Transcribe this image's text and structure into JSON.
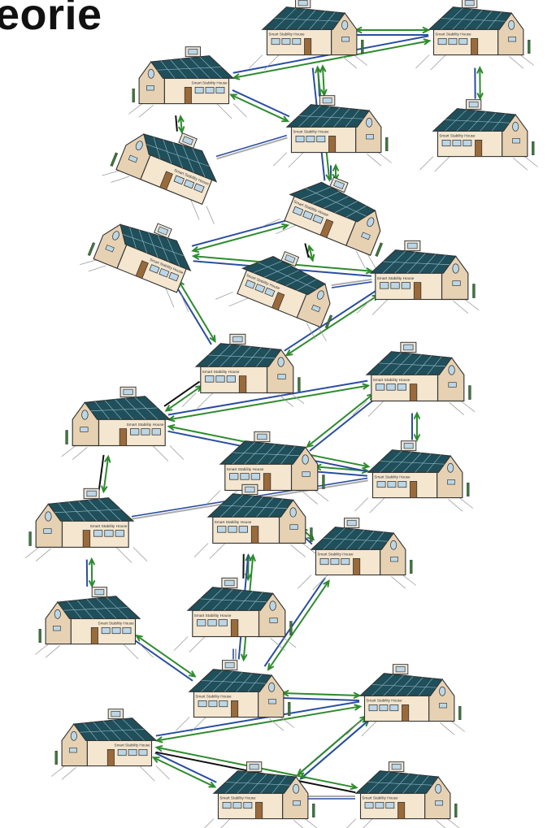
{
  "title": "eorie",
  "house_sign": "Smart Stability House",
  "colors": {
    "roof": "#1f4f5a",
    "panel_grid": "#8fb3bd",
    "wall": "#f4e6cf",
    "wall_side": "#e6d2b3",
    "outline": "#333333",
    "door": "#9a6a3a",
    "window": "#bcd6e6",
    "arrow_green": "#2e8b2e",
    "line_blue": "#2a4ea0",
    "line_black": "#111111",
    "line_gray": "#aaaaaa",
    "meter": "#3a7a3a"
  },
  "houses": [
    {
      "id": "h1"
    },
    {
      "id": "h2"
    },
    {
      "id": "h3"
    },
    {
      "id": "h4"
    },
    {
      "id": "h5"
    },
    {
      "id": "h6"
    },
    {
      "id": "h7"
    },
    {
      "id": "h8"
    },
    {
      "id": "h9"
    },
    {
      "id": "h10"
    },
    {
      "id": "h11"
    },
    {
      "id": "h12"
    },
    {
      "id": "h13"
    },
    {
      "id": "h14"
    },
    {
      "id": "h15"
    },
    {
      "id": "h16"
    },
    {
      "id": "h17"
    },
    {
      "id": "h18"
    },
    {
      "id": "h19"
    },
    {
      "id": "h20"
    },
    {
      "id": "h21"
    },
    {
      "id": "h22"
    },
    {
      "id": "h23"
    },
    {
      "id": "h24"
    },
    {
      "id": "h25"
    }
  ],
  "connections": [
    {
      "from": "h1",
      "to": "h2",
      "style": "green-blue"
    },
    {
      "from": "h2",
      "to": "h3",
      "style": "green-blue"
    },
    {
      "from": "h1",
      "to": "h4",
      "style": "green-blue"
    },
    {
      "from": "h4",
      "to": "h3",
      "style": "green-blue"
    },
    {
      "from": "h2",
      "to": "h5",
      "style": "green-blue"
    },
    {
      "from": "h4",
      "to": "h6",
      "style": "gray"
    },
    {
      "from": "h3",
      "to": "h6",
      "style": "green-black"
    },
    {
      "from": "h4",
      "to": "h7",
      "style": "green-blue"
    },
    {
      "from": "h1",
      "to": "h7",
      "style": "green-blue"
    },
    {
      "from": "h7",
      "to": "h9",
      "style": "green-black"
    },
    {
      "from": "h7",
      "to": "h8",
      "style": "green-blue"
    },
    {
      "from": "h8",
      "to": "h10",
      "style": "green-blue"
    },
    {
      "from": "h9",
      "to": "h10",
      "style": "gray"
    },
    {
      "from": "h8",
      "to": "h11",
      "style": "green-blue"
    },
    {
      "from": "h10",
      "to": "h11",
      "style": "green-blue"
    },
    {
      "from": "h11",
      "to": "h13",
      "style": "green-black"
    },
    {
      "from": "h12",
      "to": "h13",
      "style": "green-blue"
    },
    {
      "from": "h14",
      "to": "h12",
      "style": "green-blue"
    },
    {
      "from": "h14",
      "to": "h15",
      "style": "green-blue"
    },
    {
      "from": "h12",
      "to": "h15",
      "style": "green-blue"
    },
    {
      "from": "h13",
      "to": "h15",
      "style": "green-blue"
    },
    {
      "from": "h15",
      "to": "h16",
      "style": "gray"
    },
    {
      "from": "h13",
      "to": "h16",
      "style": "green-black"
    },
    {
      "from": "h17",
      "to": "h18",
      "style": "green-blue"
    },
    {
      "from": "h17",
      "to": "h20",
      "style": "green-black"
    },
    {
      "from": "h17",
      "to": "h21",
      "style": "green-blue"
    },
    {
      "from": "h18",
      "to": "h21",
      "style": "green-blue"
    },
    {
      "from": "h19",
      "to": "h21",
      "style": "green-blue"
    },
    {
      "from": "h16",
      "to": "h19",
      "style": "green-blue"
    },
    {
      "from": "h20",
      "to": "h21",
      "style": "gray"
    },
    {
      "from": "h21",
      "to": "h22",
      "style": "green-blue"
    },
    {
      "from": "h22",
      "to": "h23",
      "style": "green-blue"
    },
    {
      "from": "h22",
      "to": "h24",
      "style": "green-blue"
    },
    {
      "from": "h24",
      "to": "h22",
      "style": "green-blue"
    },
    {
      "from": "h24",
      "to": "h23",
      "style": "green-blue"
    },
    {
      "from": "h23",
      "to": "h25",
      "style": "green-black"
    },
    {
      "from": "h24",
      "to": "h25",
      "style": "gray"
    }
  ]
}
